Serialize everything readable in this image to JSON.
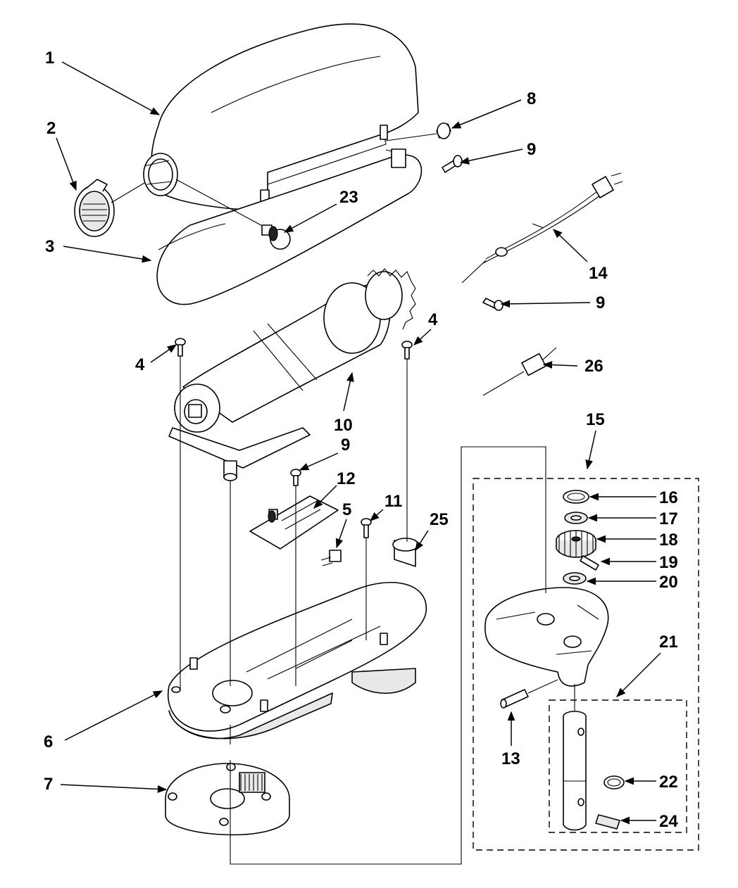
{
  "callouts": [
    "1",
    "2",
    "3",
    "4",
    "4",
    "5",
    "6",
    "7",
    "8",
    "9",
    "9",
    "9",
    "10",
    "11",
    "12",
    "13",
    "14",
    "15",
    "16",
    "17",
    "18",
    "19",
    "20",
    "21",
    "22",
    "23",
    "24",
    "25",
    "26"
  ]
}
